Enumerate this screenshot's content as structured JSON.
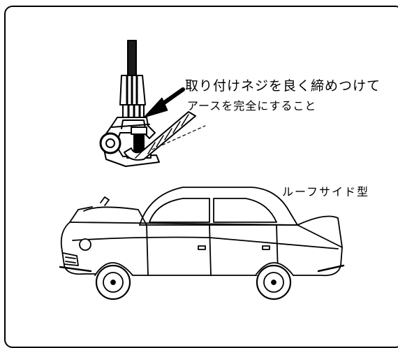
{
  "instruction": {
    "line1": "取り付けネジを良く締めつけて",
    "line2": "アースを完全にすること"
  },
  "mount_caption": "ルーフサイド型",
  "colors": {
    "ink": "#000000",
    "paper": "#ffffff"
  }
}
